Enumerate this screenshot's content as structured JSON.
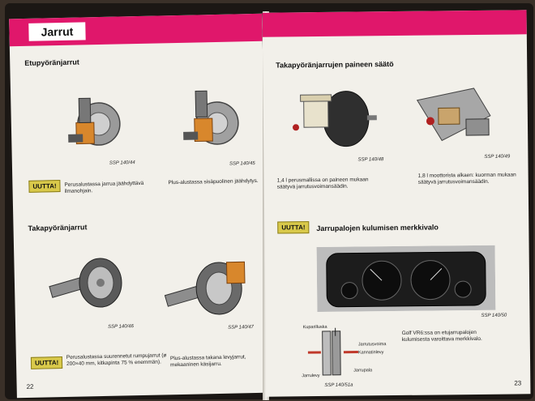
{
  "left_page": {
    "tab_title": "Jarrut",
    "sections": {
      "front_brakes": "Etupyöränjarrut",
      "rear_brakes": "Takapyöränjarrut"
    },
    "captions": [
      "SSP 140/44",
      "SSP 140/45",
      "SSP 140/46",
      "SSP 140/47"
    ],
    "badge": "UUTTA!",
    "front_basic_text": "Perusalustassa jarrua jäähdyttävä ilmanohjain.",
    "front_plus_text": "Plus-alustassa sisäpuolinen jäähdytys.",
    "rear_basic_text": "Perusalustassa suurennetut rumpujarrut (ø 200×40 mm, kitkapinta 75 % enemmän).",
    "rear_plus_text": "Plus-alustassa takana levyjarrut, mekaaninen käsijarru.",
    "page_number": "22"
  },
  "right_page": {
    "section_pressure": "Takapyöränjarrujen paineen säätö",
    "captions": [
      "SSP 140/48",
      "SSP 140/49",
      "SSP 140/50",
      "SSP 140/51a"
    ],
    "pressure_text_1": "1,4 l perusmallissa on paineen mukaan säätyvä jarrutusvoimansäädin.",
    "pressure_text_2": "1,8 l moottorista alkaen: kuorman mukaan säätyvä jarrutusvoimansäädin.",
    "badge": "UUTTA!",
    "section_warning": "Jarrupalojen kulumisen merkkivalo",
    "warning_text": "Golf VR6:ssa on etujarrupalojen kulumisesta varoittava merkkivalo.",
    "diagram_labels": {
      "kuparilluska": "Kuparilluska",
      "jarrutusvoima": "Jarrutusvoima",
      "kannatinlevy": "Kannatinlevy",
      "jarrupala": "Jarrupala",
      "jarrulevy": "Jarrulevy"
    },
    "page_number": "23"
  },
  "colors": {
    "band": "#e0176b",
    "badge": "#d9c94a",
    "page": "#f2f0ea"
  }
}
